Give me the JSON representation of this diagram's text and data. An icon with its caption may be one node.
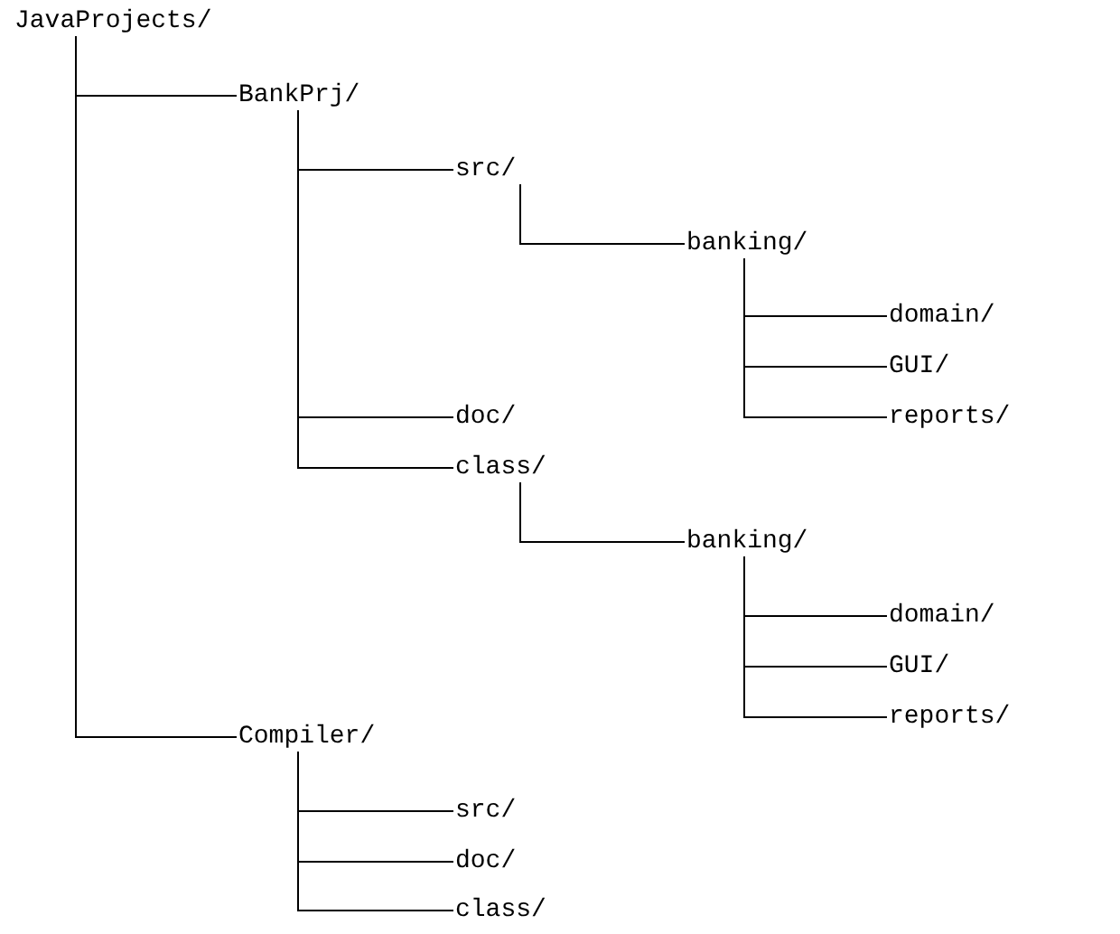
{
  "diagram": {
    "nodes": [
      {
        "text": [
          "JavaProjects/"
        ]
      },
      {
        "text": [
          "BankPrj/"
        ]
      },
      {
        "text": [
          "src/"
        ]
      },
      {
        "text": [
          "banking/"
        ]
      },
      {
        "text": [
          "domain/"
        ]
      },
      {
        "text": [
          "GUI/"
        ]
      },
      {
        "text": [
          "reports/"
        ]
      },
      {
        "text": [
          "doc/"
        ]
      },
      {
        "text": [
          "class/"
        ]
      },
      {
        "text": [
          "banking/"
        ]
      },
      {
        "text": [
          "domain/"
        ]
      },
      {
        "text": [
          "GUI/"
        ]
      },
      {
        "text": [
          "reports/"
        ]
      },
      {
        "text": [
          "Compiler/"
        ]
      },
      {
        "text": [
          "src/"
        ]
      },
      {
        "text": [
          "doc/"
        ]
      },
      {
        "text": [
          "class/"
        ]
      }
    ],
    "edges": [
      {
        "from": 0,
        "to": 1,
        "arrow": "none"
      },
      {
        "from": 1,
        "to": 2,
        "arrow": "none"
      },
      {
        "from": 2,
        "to": 3,
        "arrow": "none"
      },
      {
        "from": 3,
        "to": 4,
        "arrow": "none"
      },
      {
        "from": 3,
        "to": 5,
        "arrow": "none"
      },
      {
        "from": 3,
        "to": 6,
        "arrow": "none"
      },
      {
        "from": 1,
        "to": 7,
        "arrow": "none"
      },
      {
        "from": 1,
        "to": 8,
        "arrow": "none"
      },
      {
        "from": 8,
        "to": 9,
        "arrow": "none"
      },
      {
        "from": 9,
        "to": 10,
        "arrow": "none"
      },
      {
        "from": 9,
        "to": 11,
        "arrow": "none"
      },
      {
        "from": 9,
        "to": 12,
        "arrow": "none"
      },
      {
        "from": 0,
        "to": 13,
        "arrow": "none"
      },
      {
        "from": 13,
        "to": 14,
        "arrow": "none"
      },
      {
        "from": 13,
        "to": 15,
        "arrow": "none"
      },
      {
        "from": 13,
        "to": 16,
        "arrow": "none"
      }
    ]
  }
}
